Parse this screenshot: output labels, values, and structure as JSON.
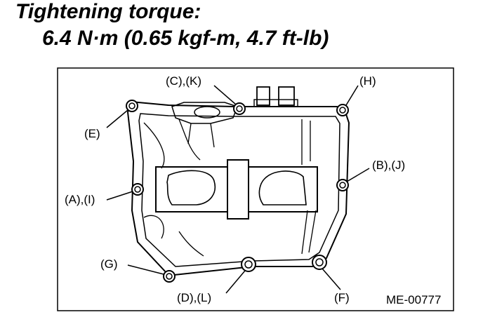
{
  "heading": {
    "title": "Tightening torque:",
    "spec": "6.4 N·m (0.65 kgf-m, 4.7 ft-lb)"
  },
  "bolt_labels": {
    "c_k": "(C),(K)",
    "h": "(H)",
    "e": "(E)",
    "b_j": "(B),(J)",
    "a_i": "(A),(I)",
    "g": "(G)",
    "d_l": "(D),(L)",
    "f": "(F)"
  },
  "figure_ref": "ME-00777"
}
